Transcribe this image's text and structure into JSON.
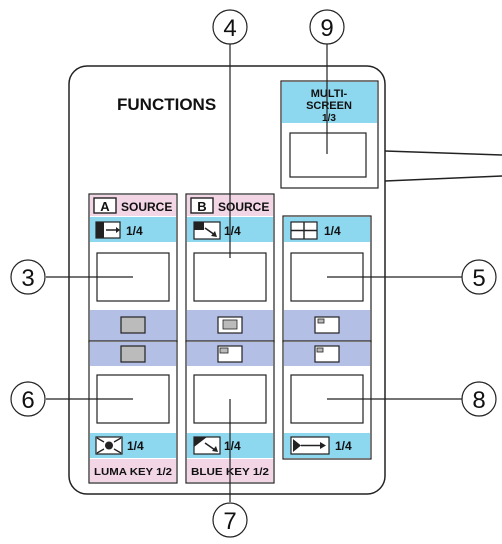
{
  "panel": {
    "title": "FUNCTIONS",
    "colors": {
      "pink": "#f3d6e6",
      "cyan": "#8dd7ef",
      "lavender": "#b4bfe5",
      "stroke": "#222222"
    }
  },
  "multiscreen": {
    "line1": "MULTI-",
    "line2": "SCREEN",
    "line3": "1/3"
  },
  "buttons": {
    "a_source": {
      "letter": "A",
      "label": "SOURCE",
      "sub": "1/4",
      "icon": "wipe-right-icon"
    },
    "b_source": {
      "letter": "B",
      "label": "SOURCE",
      "sub": "1/4",
      "icon": "wipe-diagonal-icon"
    },
    "quad": {
      "sub": "1/4",
      "icon": "quad-split-icon"
    },
    "luma_key": {
      "sub": "1/4",
      "bottom": "LUMA KEY 1/2",
      "icon": "iris-icon"
    },
    "blue_key": {
      "sub": "1/4",
      "bottom": "BLUE KEY 1/2",
      "icon": "diagonal-wipe-icon"
    },
    "slide": {
      "sub": "1/4",
      "icon": "slide-right-icon"
    }
  },
  "callouts": [
    "3",
    "4",
    "5",
    "6",
    "7",
    "8",
    "9"
  ]
}
